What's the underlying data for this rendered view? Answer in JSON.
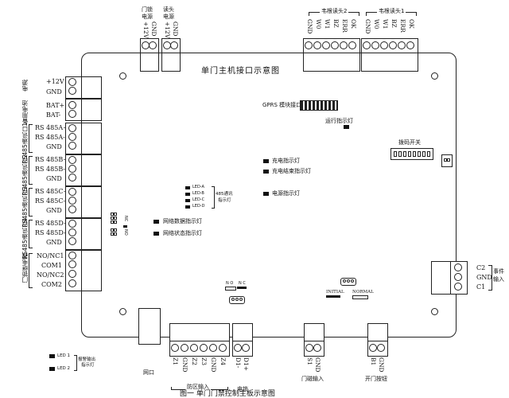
{
  "diagram": {
    "board_title": "单门主机接口示意图",
    "caption": "图一  单门门禁控制主板示意图"
  },
  "top_connectors": {
    "door_power": {
      "name_lines": [
        "门锁",
        "电源"
      ],
      "pins": [
        "+12V",
        "GND"
      ]
    },
    "reader_power": {
      "name_lines": [
        "读头",
        "电源"
      ],
      "pins": [
        "+12V",
        "GND"
      ]
    },
    "reader2": {
      "name": "韦根读头2",
      "pins": [
        "GND",
        "W0",
        "W1",
        "BZ",
        "ERR",
        "OK"
      ]
    },
    "reader1": {
      "name": "韦根读头1",
      "pins": [
        "GND",
        "W0",
        "W1",
        "BZ",
        "ERR",
        "OK"
      ]
    }
  },
  "left_connectors": {
    "power": {
      "name": "电源",
      "pins": [
        "+12V",
        "GND"
      ]
    },
    "battery": {
      "name": "备用电池",
      "pins": [
        "BAT+",
        "BAT-"
      ]
    },
    "rs485_port1": {
      "name": "RS485通讯口1",
      "pins": [
        "RS 485A+",
        "RS 485A-",
        "GND"
      ]
    },
    "rs485_port2": {
      "name": "RS485通讯口2",
      "pins": [
        "RS 485B+",
        "RS 485B-",
        "GND"
      ]
    },
    "rs485_port3": {
      "name": "RS485通讯口3",
      "pins": [
        "RS 485C+",
        "RS 485C-",
        "GND"
      ]
    },
    "rs485_port4": {
      "name": "RS485通讯口4",
      "pins": [
        "RS 485D+",
        "RS 485D-",
        "GND"
      ]
    },
    "lock_relay": {
      "name": "门锁继电器",
      "pins": [
        "NO/NC1",
        "COM1",
        "NO/NC2",
        "COM2"
      ]
    }
  },
  "right_connector": {
    "event": {
      "name_lines": [
        "事件",
        "输入"
      ],
      "pins": [
        "C2",
        "GND",
        "C1"
      ]
    }
  },
  "bottom_connectors": {
    "network": {
      "name": "网口"
    },
    "zones": {
      "name": "防区输入",
      "pins": [
        "Z1",
        "GND",
        "Z2",
        "Z3",
        "GND",
        "Z4"
      ]
    },
    "cable": {
      "name": "电锁",
      "pins": [
        "D1-",
        "D1+"
      ]
    },
    "door_sensor": {
      "name": "门磁输入",
      "pins": [
        "S1",
        "GND"
      ]
    },
    "exit_button": {
      "name": "开门按钮",
      "pins": [
        "B1",
        "GND"
      ]
    }
  },
  "labels": {
    "gprs": "GPRS 模块接口",
    "run_led": "运行指示灯",
    "dip_switch": "拨码开关",
    "charge_led": "充电指示灯",
    "charge_done_led": "充电结束指示灯",
    "power_led": "电源指示灯",
    "net_data_led": "网络数据指示灯",
    "net_status_led": "网络状态指示灯",
    "rs485_leds": [
      "LED-A",
      "LED-B",
      "LED-C",
      "LED-D"
    ],
    "rs485_led_desc_lines": [
      "485通讯",
      "指示灯"
    ],
    "jumper1": {
      "no": "NO",
      "nc": "NC"
    },
    "jumper2": {
      "no": "N O",
      "nc": "N C"
    },
    "initial": "INITIAL",
    "normal": "NORMAL",
    "alarm_leds": [
      "LED 1",
      "LED 2"
    ],
    "alarm_desc_lines": [
      "报警输出",
      "指示灯"
    ]
  },
  "icons": [
    "screw-terminal-icon",
    "mounting-hole-icon",
    "led-icon",
    "dip-switch-icon",
    "jumper-icon",
    "rj45-port-icon"
  ]
}
